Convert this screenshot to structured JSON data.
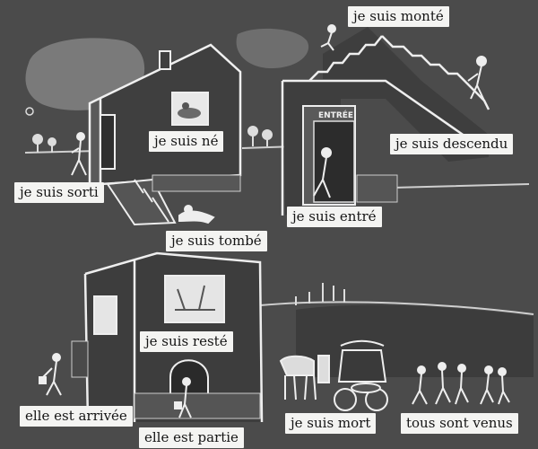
{
  "scene": {
    "sign_text": "ENTRÉE"
  },
  "labels": {
    "monte": "je suis monté",
    "ne": "je suis né",
    "descendu": "je suis descendu",
    "sorti": "je suis sorti",
    "entre": "je suis entré",
    "tombe": "je suis tombé",
    "reste": "je suis resté",
    "arrivee": "elle est arrivée",
    "partie": "elle est partie",
    "mort": "je suis mort",
    "venus": "tous sont venus"
  },
  "colors": {
    "background": "#4b4b4b",
    "chalk": "#eeeeee",
    "label_bg": "#f4f4f2"
  }
}
